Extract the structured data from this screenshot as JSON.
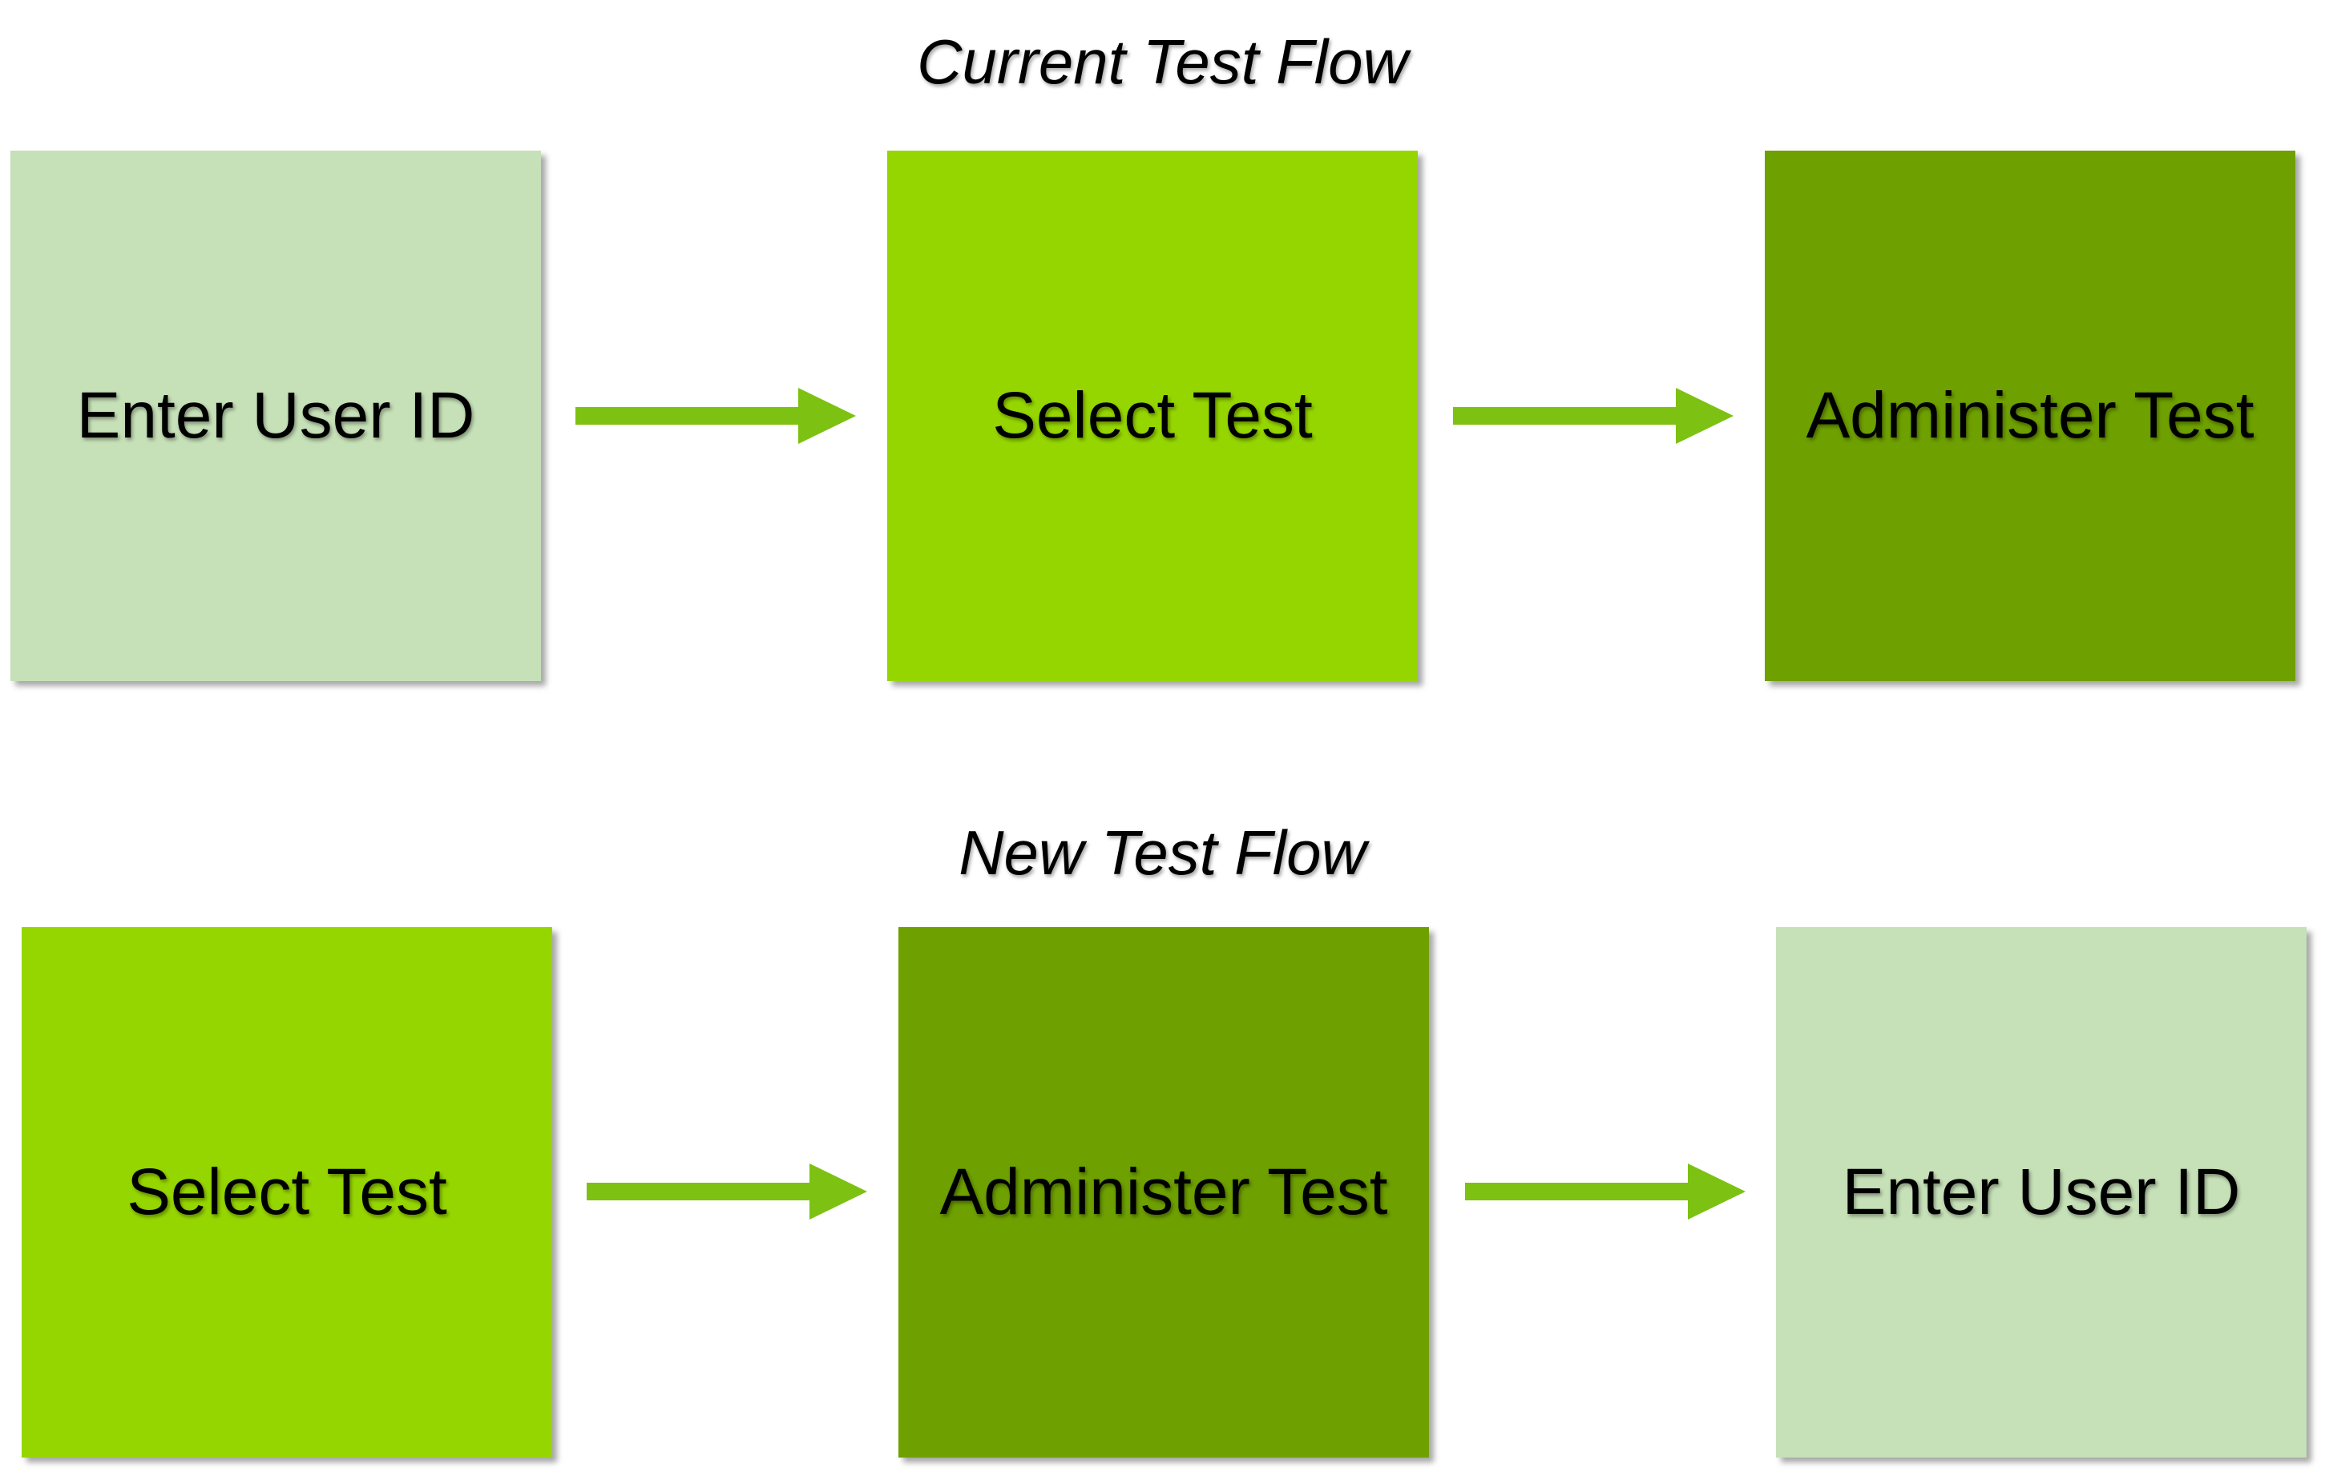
{
  "colors": {
    "enter_user_id_box": "#c6e0b8",
    "select_test_box": "#96d600",
    "administer_test_box": "#6ea000",
    "arrow": "#7dc112"
  },
  "current_flow": {
    "title": "Current Test Flow",
    "steps": [
      {
        "label": "Enter User ID"
      },
      {
        "label": "Select Test"
      },
      {
        "label": "Administer Test"
      }
    ]
  },
  "new_flow": {
    "title": "New Test Flow",
    "steps": [
      {
        "label": "Select Test"
      },
      {
        "label": "Administer Test"
      },
      {
        "label": "Enter User ID"
      }
    ]
  }
}
